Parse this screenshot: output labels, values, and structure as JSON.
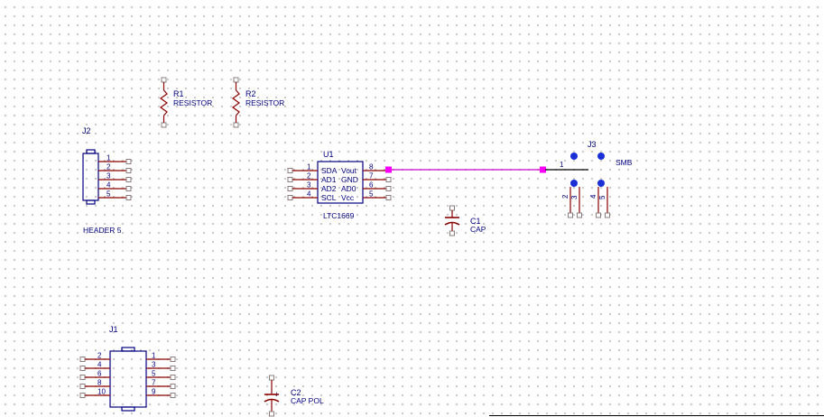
{
  "components": {
    "r1": {
      "ref": "R1",
      "value": "RESISTOR"
    },
    "r2": {
      "ref": "R2",
      "value": "RESISTOR"
    },
    "j2": {
      "ref": "J2",
      "value": "HEADER 5",
      "pins": [
        "1",
        "2",
        "3",
        "4",
        "5"
      ]
    },
    "u1": {
      "ref": "U1",
      "value": "LTC1669",
      "left_pins": [
        "1",
        "2",
        "3",
        "4"
      ],
      "right_pins": [
        "8",
        "7",
        "6",
        "5"
      ],
      "left_names": [
        "SDA",
        "AD1",
        "AD2",
        "SCL"
      ],
      "right_names": [
        "Vout",
        "GND",
        "AD0",
        "Vcc"
      ]
    },
    "j3": {
      "ref": "J3",
      "value": "SMB",
      "pins": [
        "1",
        "2",
        "3",
        "4",
        "5"
      ]
    },
    "c1": {
      "ref": "C1",
      "value": "CAP"
    },
    "c2": {
      "ref": "C2",
      "value": "CAP POL",
      "polarity": "+"
    },
    "j1": {
      "ref": "J1",
      "left_pins": [
        "2",
        "4",
        "6",
        "8",
        "10"
      ],
      "right_pins": [
        "1",
        "3",
        "5",
        "7",
        "9"
      ]
    }
  },
  "colors": {
    "component_body": "#000080",
    "pin": "#8b0000",
    "wire": "#cc00cc",
    "junction": "#ff00ff",
    "smb_contact": "#1b2fd6"
  }
}
